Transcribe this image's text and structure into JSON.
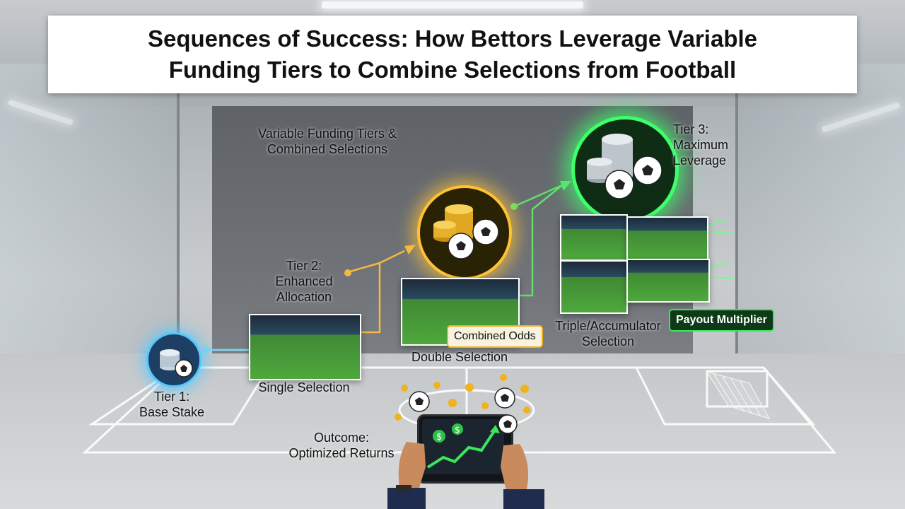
{
  "title": {
    "line1": "Sequences of Success: How Bettors Leverage Variable",
    "line2": "Funding Tiers to Combine Selections from Football"
  },
  "subtitle": {
    "line1": "Variable Funding Tiers &",
    "line2": "Combined Selections"
  },
  "tiers": [
    {
      "line1": "Tier 1:",
      "line2": "Base Stake"
    },
    {
      "line1": "Tier 2:",
      "line2": "Enhanced",
      "line3": "Allocation"
    },
    {
      "line1": "Tier 3:",
      "line2": "Maximum",
      "line3": "Leverage"
    }
  ],
  "selections": {
    "single": "Single Selection",
    "double": "Double Selection",
    "triple_line1": "Triple/Accumulator",
    "triple_line2": "Selection"
  },
  "badges": {
    "combined_odds": "Combined Odds",
    "payout_multiplier": "Payout Multiplier"
  },
  "outcome": {
    "line1": "Outcome:",
    "line2": "Optimized Returns"
  },
  "colors": {
    "tier1": "#52c8ff",
    "tier2": "#ffc233",
    "tier3": "#3cff6a",
    "connector1": "#7fd8f0",
    "connector2": "#f5b942",
    "connector3": "#5fe06a"
  }
}
